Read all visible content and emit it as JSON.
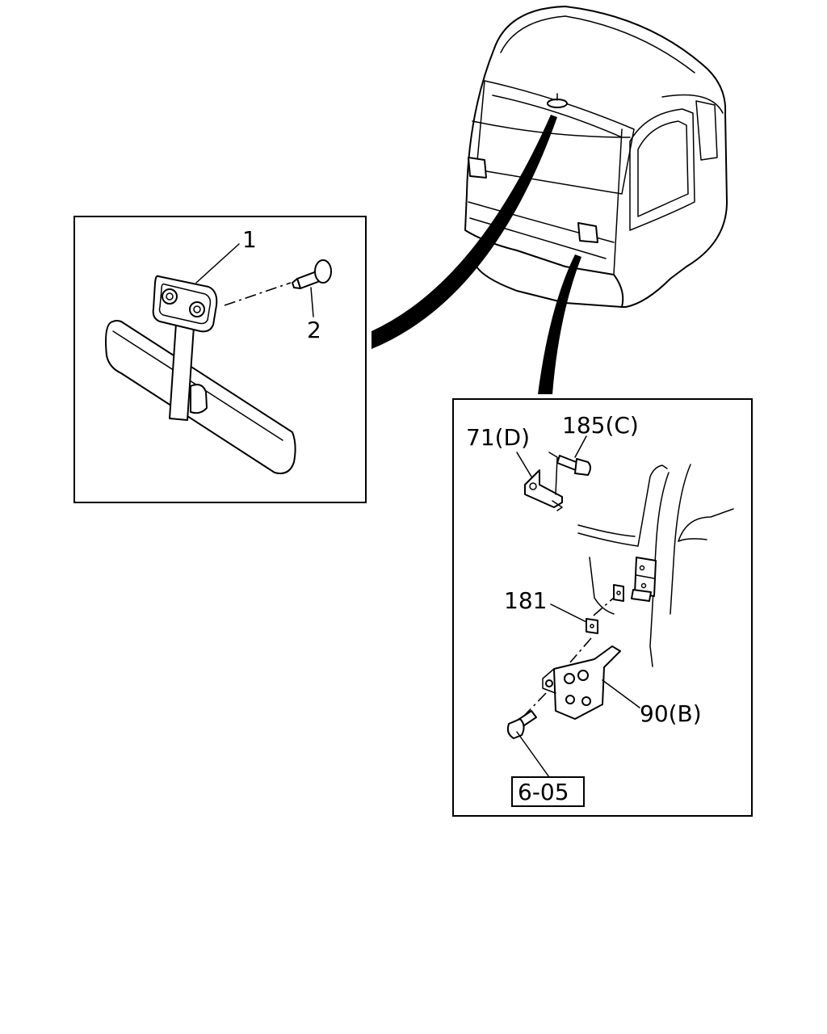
{
  "callouts": {
    "c1": "1",
    "c2": "2",
    "c71": "71(D)",
    "c185": "185(C)",
    "c181": "181",
    "c90": "90(B)",
    "ref": "6-05"
  },
  "icons": [
    "rear-view-mirror-icon",
    "screw-icon",
    "truck-cab-icon",
    "bracket-icon",
    "bolt-icon",
    "clip-icon",
    "hinge-icon"
  ]
}
